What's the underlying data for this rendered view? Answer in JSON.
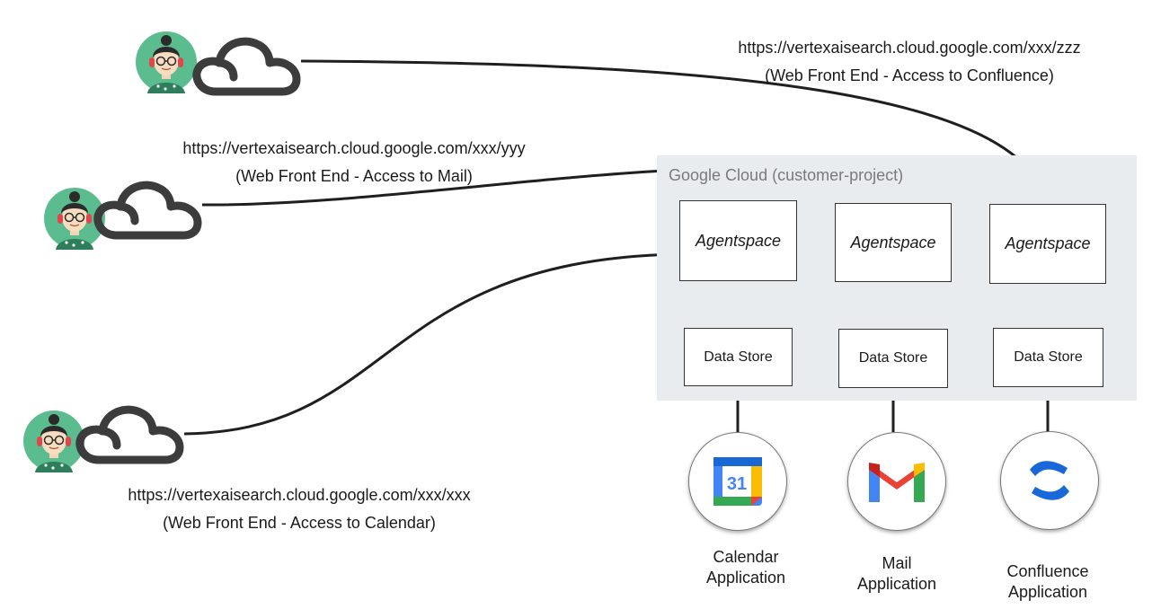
{
  "region": {
    "label": "Google Cloud (customer-project)"
  },
  "users": [
    {
      "url": "https://vertexaisearch.cloud.google.com/xxx/zzz",
      "caption": "(Web Front End - Access to Confluence)"
    },
    {
      "url": "https://vertexaisearch.cloud.google.com/xxx/yyy",
      "caption": "(Web Front End - Access to Mail)"
    },
    {
      "url": "https://vertexaisearch.cloud.google.com/xxx/xxx",
      "caption": "(Web Front End - Access to Calendar)"
    }
  ],
  "stacks": [
    {
      "agent": "Agentspace",
      "store": "Data Store",
      "app_line1": "Calendar",
      "app_line2": "Application",
      "icon": "google-calendar-icon",
      "icon_text": "31"
    },
    {
      "agent": "Agentspace",
      "store": "Data Store",
      "app_line1": "Mail",
      "app_line2": "Application",
      "icon": "gmail-icon"
    },
    {
      "agent": "Agentspace",
      "store": "Data Store",
      "app_line1": "Confluence",
      "app_line2": "Application",
      "icon": "confluence-icon"
    }
  ],
  "colors": {
    "line": "#1f1f1f",
    "region": "#e8ecef",
    "avatar_bg": "#5bbd8f",
    "cloud_stroke": "#3c3c3c",
    "calendar_blue": "#4285f4",
    "gmail_red": "#ea4335",
    "confluence_blue": "#1868db"
  }
}
